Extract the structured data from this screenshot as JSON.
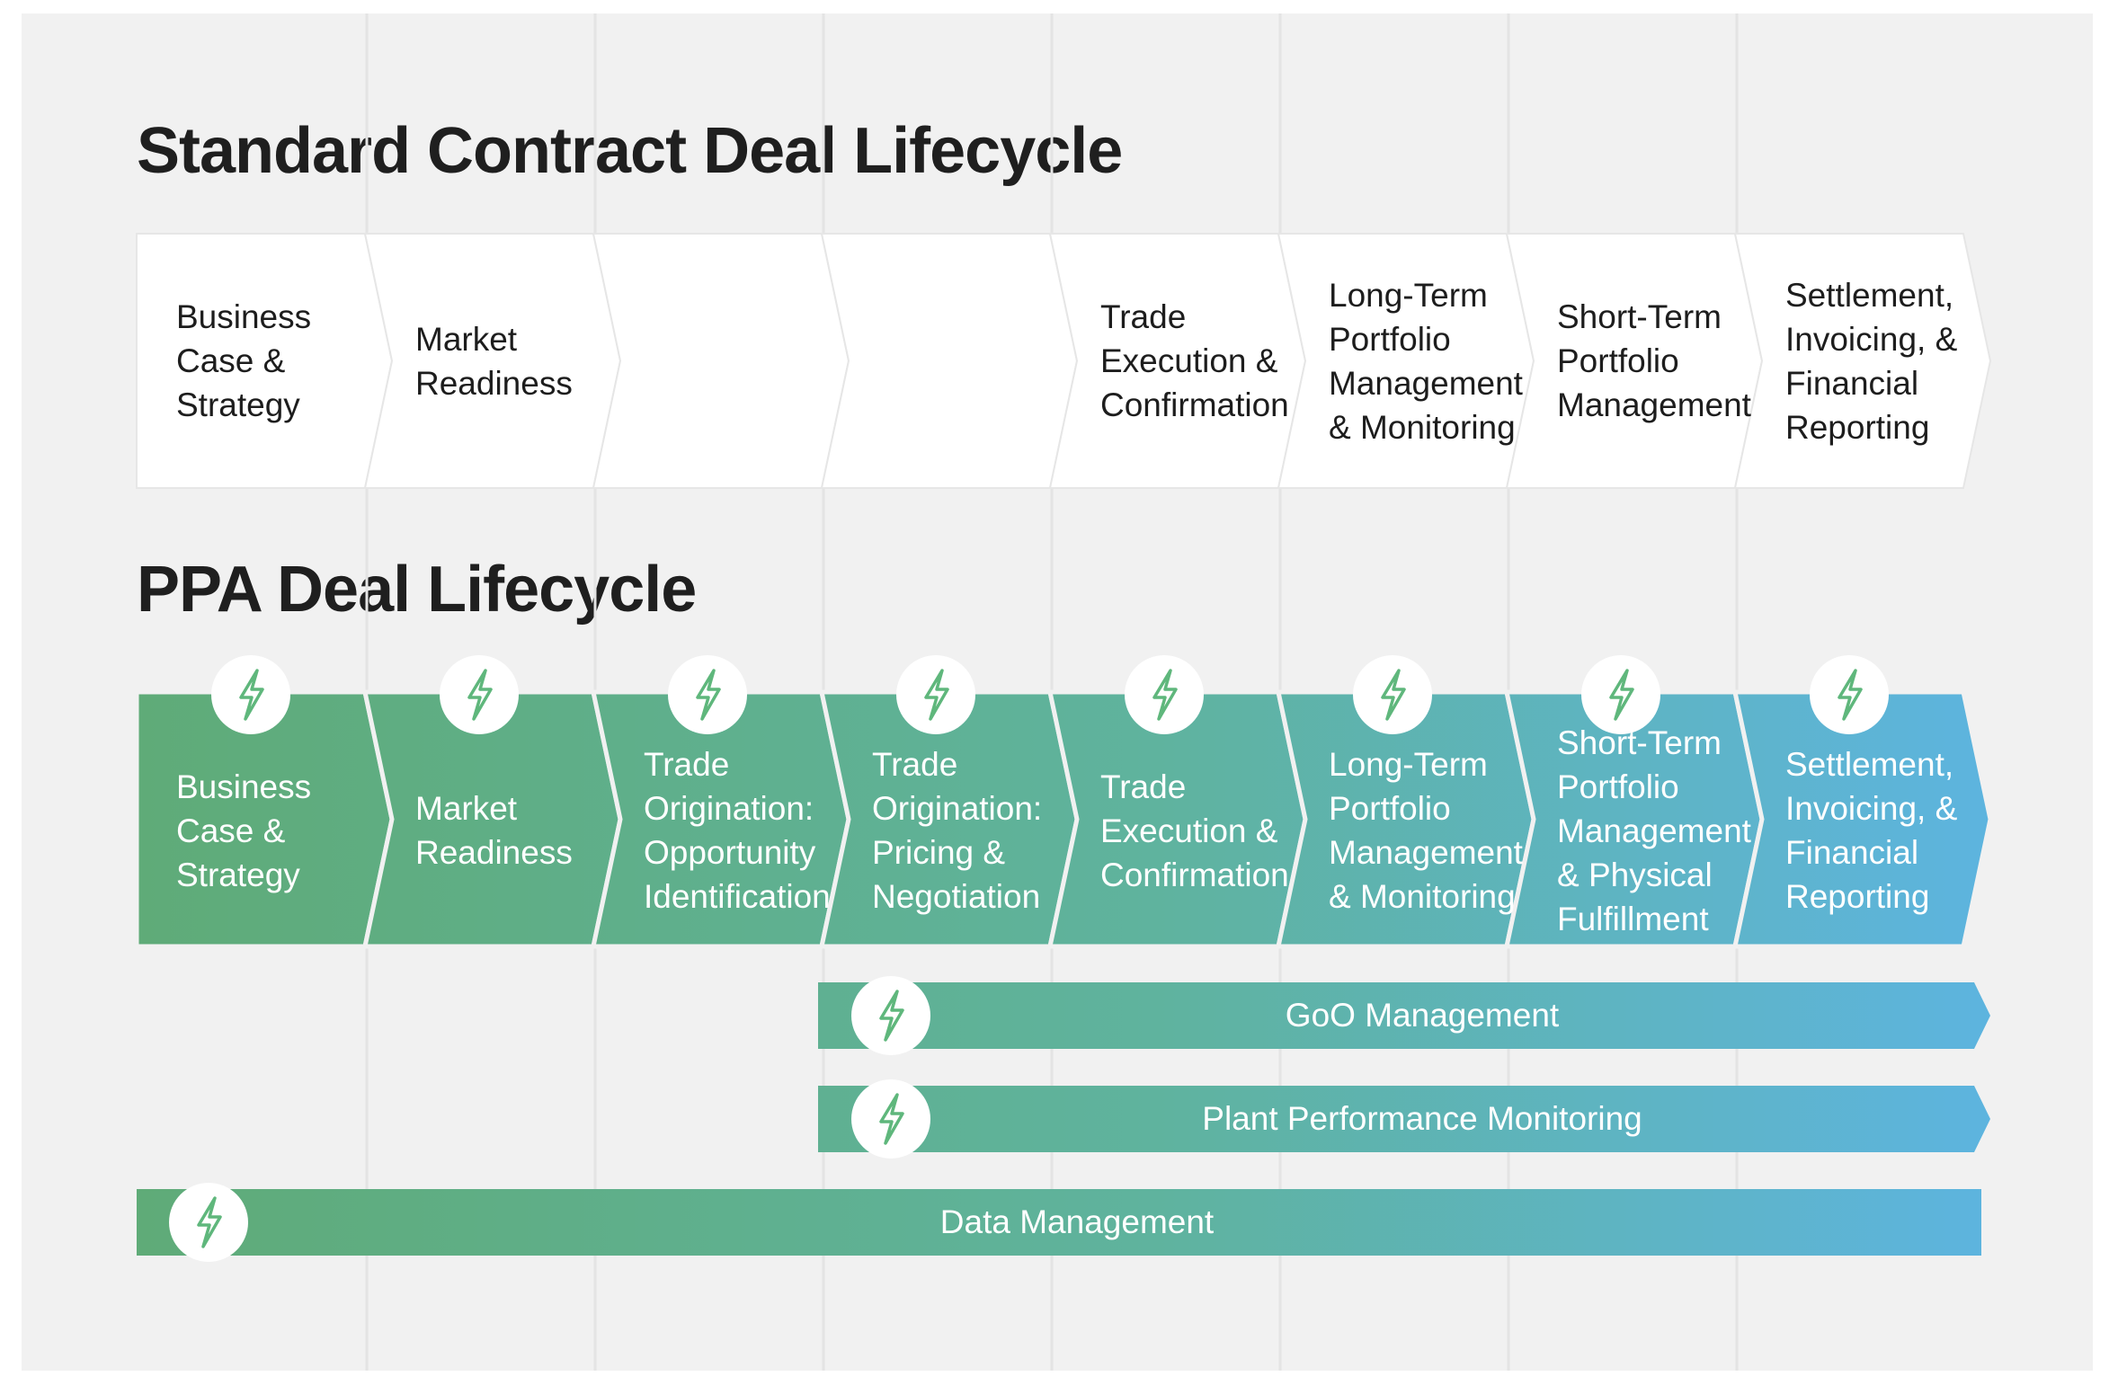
{
  "titles": {
    "standard": "Standard Contract Deal Lifecycle",
    "ppa": "PPA Deal Lifecycle"
  },
  "standard_steps": [
    "Business\nCase &\nStrategy",
    "Market\nReadiness",
    "",
    "",
    "Trade\nExecution &\nConfirmation",
    "Long-Term\nPortfolio\nManagement\n& Monitoring",
    "Short-Term\nPortfolio\nManagement",
    "Settlement,\nInvoicing, &\nFinancial\nReporting"
  ],
  "ppa_steps": [
    "Business\nCase &\nStrategy",
    "Market\nReadiness",
    "Trade\nOrigination:\nOpportunity\nIdentification",
    "Trade\nOrigination:\nPricing &\nNegotiation",
    "Trade\nExecution &\nConfirmation",
    "Long-Term\nPortfolio\nManagement\n& Monitoring",
    "Short-Term\nPortfolio\nManagement\n& Physical\nFulfillment",
    "Settlement,\nInvoicing, &\nFinancial\nReporting"
  ],
  "bars": [
    "GoO Management",
    "Plant Performance Monitoring",
    "Data Management"
  ],
  "icon": "lightning-bolt-icon",
  "colors": {
    "green": "#5fab78",
    "blue": "#5db4df",
    "icon_green": "#5fb77c",
    "title": "#1f1f1f",
    "background": "#f1f1f1"
  }
}
